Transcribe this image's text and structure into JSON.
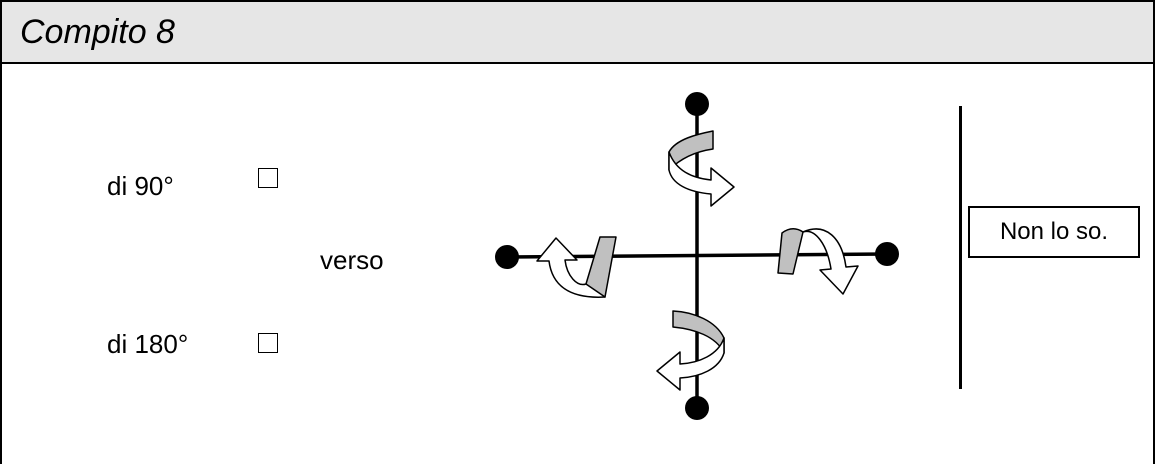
{
  "header": {
    "title": "Compito 8"
  },
  "options": [
    {
      "label": "di 90°",
      "checked": false
    },
    {
      "label": "di 180°",
      "checked": false
    }
  ],
  "direction_label": "verso",
  "answer_button": {
    "label": "Non lo so."
  },
  "colors": {
    "header_background": "#e6e6e6",
    "ribbon_fill": "#c0c0c0",
    "arrow_fill": "#ffffff",
    "axis_color": "#000000"
  },
  "diagram": {
    "axes": [
      "vertical",
      "horizontal"
    ],
    "rotation_arrows": [
      "top",
      "left",
      "right",
      "bottom"
    ]
  }
}
